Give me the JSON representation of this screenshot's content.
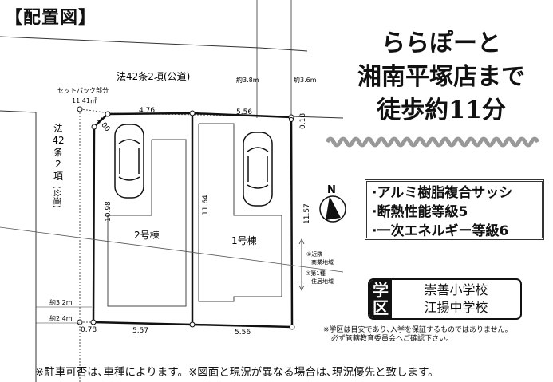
{
  "title": "【配置図】",
  "headline": [
    "ららぽーと",
    "湘南平塚店まで",
    "徒歩約11分"
  ],
  "specs": [
    "·アルミ樹脂複合サッシ",
    "·断熱性能等級5",
    "·一次エネルギー等級6"
  ],
  "school": {
    "label": [
      "学",
      "区"
    ],
    "schools": [
      "崇善小学校",
      "江揚中学校"
    ],
    "note": [
      "※学区は目安であり､入学を保証するものではありません。",
      "必ず管轄教育委員会へご確認下さい。"
    ]
  },
  "footer": "※駐車可否は､車種によります。※図面と現況が異なる場合は､現況優先と致します。",
  "plan": {
    "road_north": "法42条2項(公道)",
    "road_west": [
      "法",
      "42",
      "条",
      "2",
      "項",
      "(公道)"
    ],
    "setback_label": "セットバック部分",
    "setback_area": "11.41㎡",
    "road_width_1": "約3.8m",
    "road_width_2": "約3.6m",
    "road_width_3": "約3.2m",
    "road_width_4": "約2.4m",
    "dims": {
      "top_left": "4.76",
      "top_right": "5.56",
      "chamfer": "1.00",
      "right_top": "0.18",
      "left_depth": "10.98",
      "mid_depth": "11.64",
      "right_depth": "11.57",
      "bottom_left_small": "0.78",
      "bottom_left": "5.57",
      "bottom_right": "5.56"
    },
    "building_2": "2号棟",
    "building_1": "1号棟",
    "zone_1": [
      "①近隣",
      "商業地域"
    ],
    "zone_2": [
      "②第1種",
      "住居地域"
    ],
    "north": "N"
  }
}
